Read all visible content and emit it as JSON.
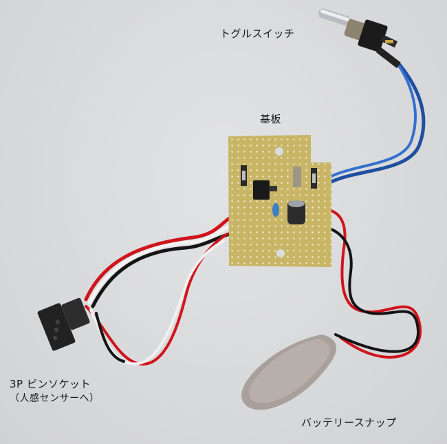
{
  "labels": {
    "toggle_switch": "トグルスイッチ",
    "board": "基板",
    "pin_socket_title": "3P ピンソケット",
    "pin_socket_note": "（人感センサーへ）",
    "battery_snap": "バッテリースナップ"
  },
  "colors": {
    "background": "#dadbdd",
    "pcb": "#c9b86a",
    "wire_red": "#d0141c",
    "wire_black": "#141414",
    "wire_white": "#f4f4f4",
    "wire_blue": "#2a5fb8",
    "battery_snap": "#a89f9b",
    "connector": "#1e1e1e"
  }
}
